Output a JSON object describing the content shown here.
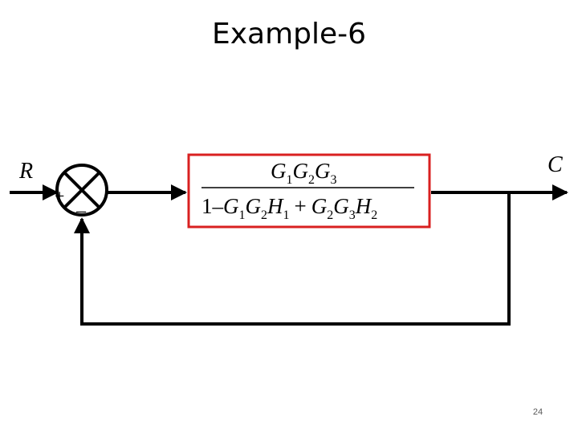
{
  "slide": {
    "title": "Example-6",
    "page_number": "24"
  },
  "diagram": {
    "input_label": "R",
    "output_label": "C",
    "summing_junction": {
      "plus_sign": "+",
      "minus_sign": "–"
    },
    "transfer_function": {
      "numerator": [
        "G",
        "1",
        "G",
        "2",
        "G",
        "3"
      ],
      "denominator": {
        "one": "1",
        "minus": "–",
        "plus": "+",
        "term1": [
          "G",
          "1",
          "G",
          "2",
          "H",
          "1"
        ],
        "term2": [
          "G",
          "2",
          "G",
          "3",
          "H",
          "2"
        ]
      }
    },
    "colors": {
      "line": "#000000",
      "block_border": "#d92020"
    }
  }
}
